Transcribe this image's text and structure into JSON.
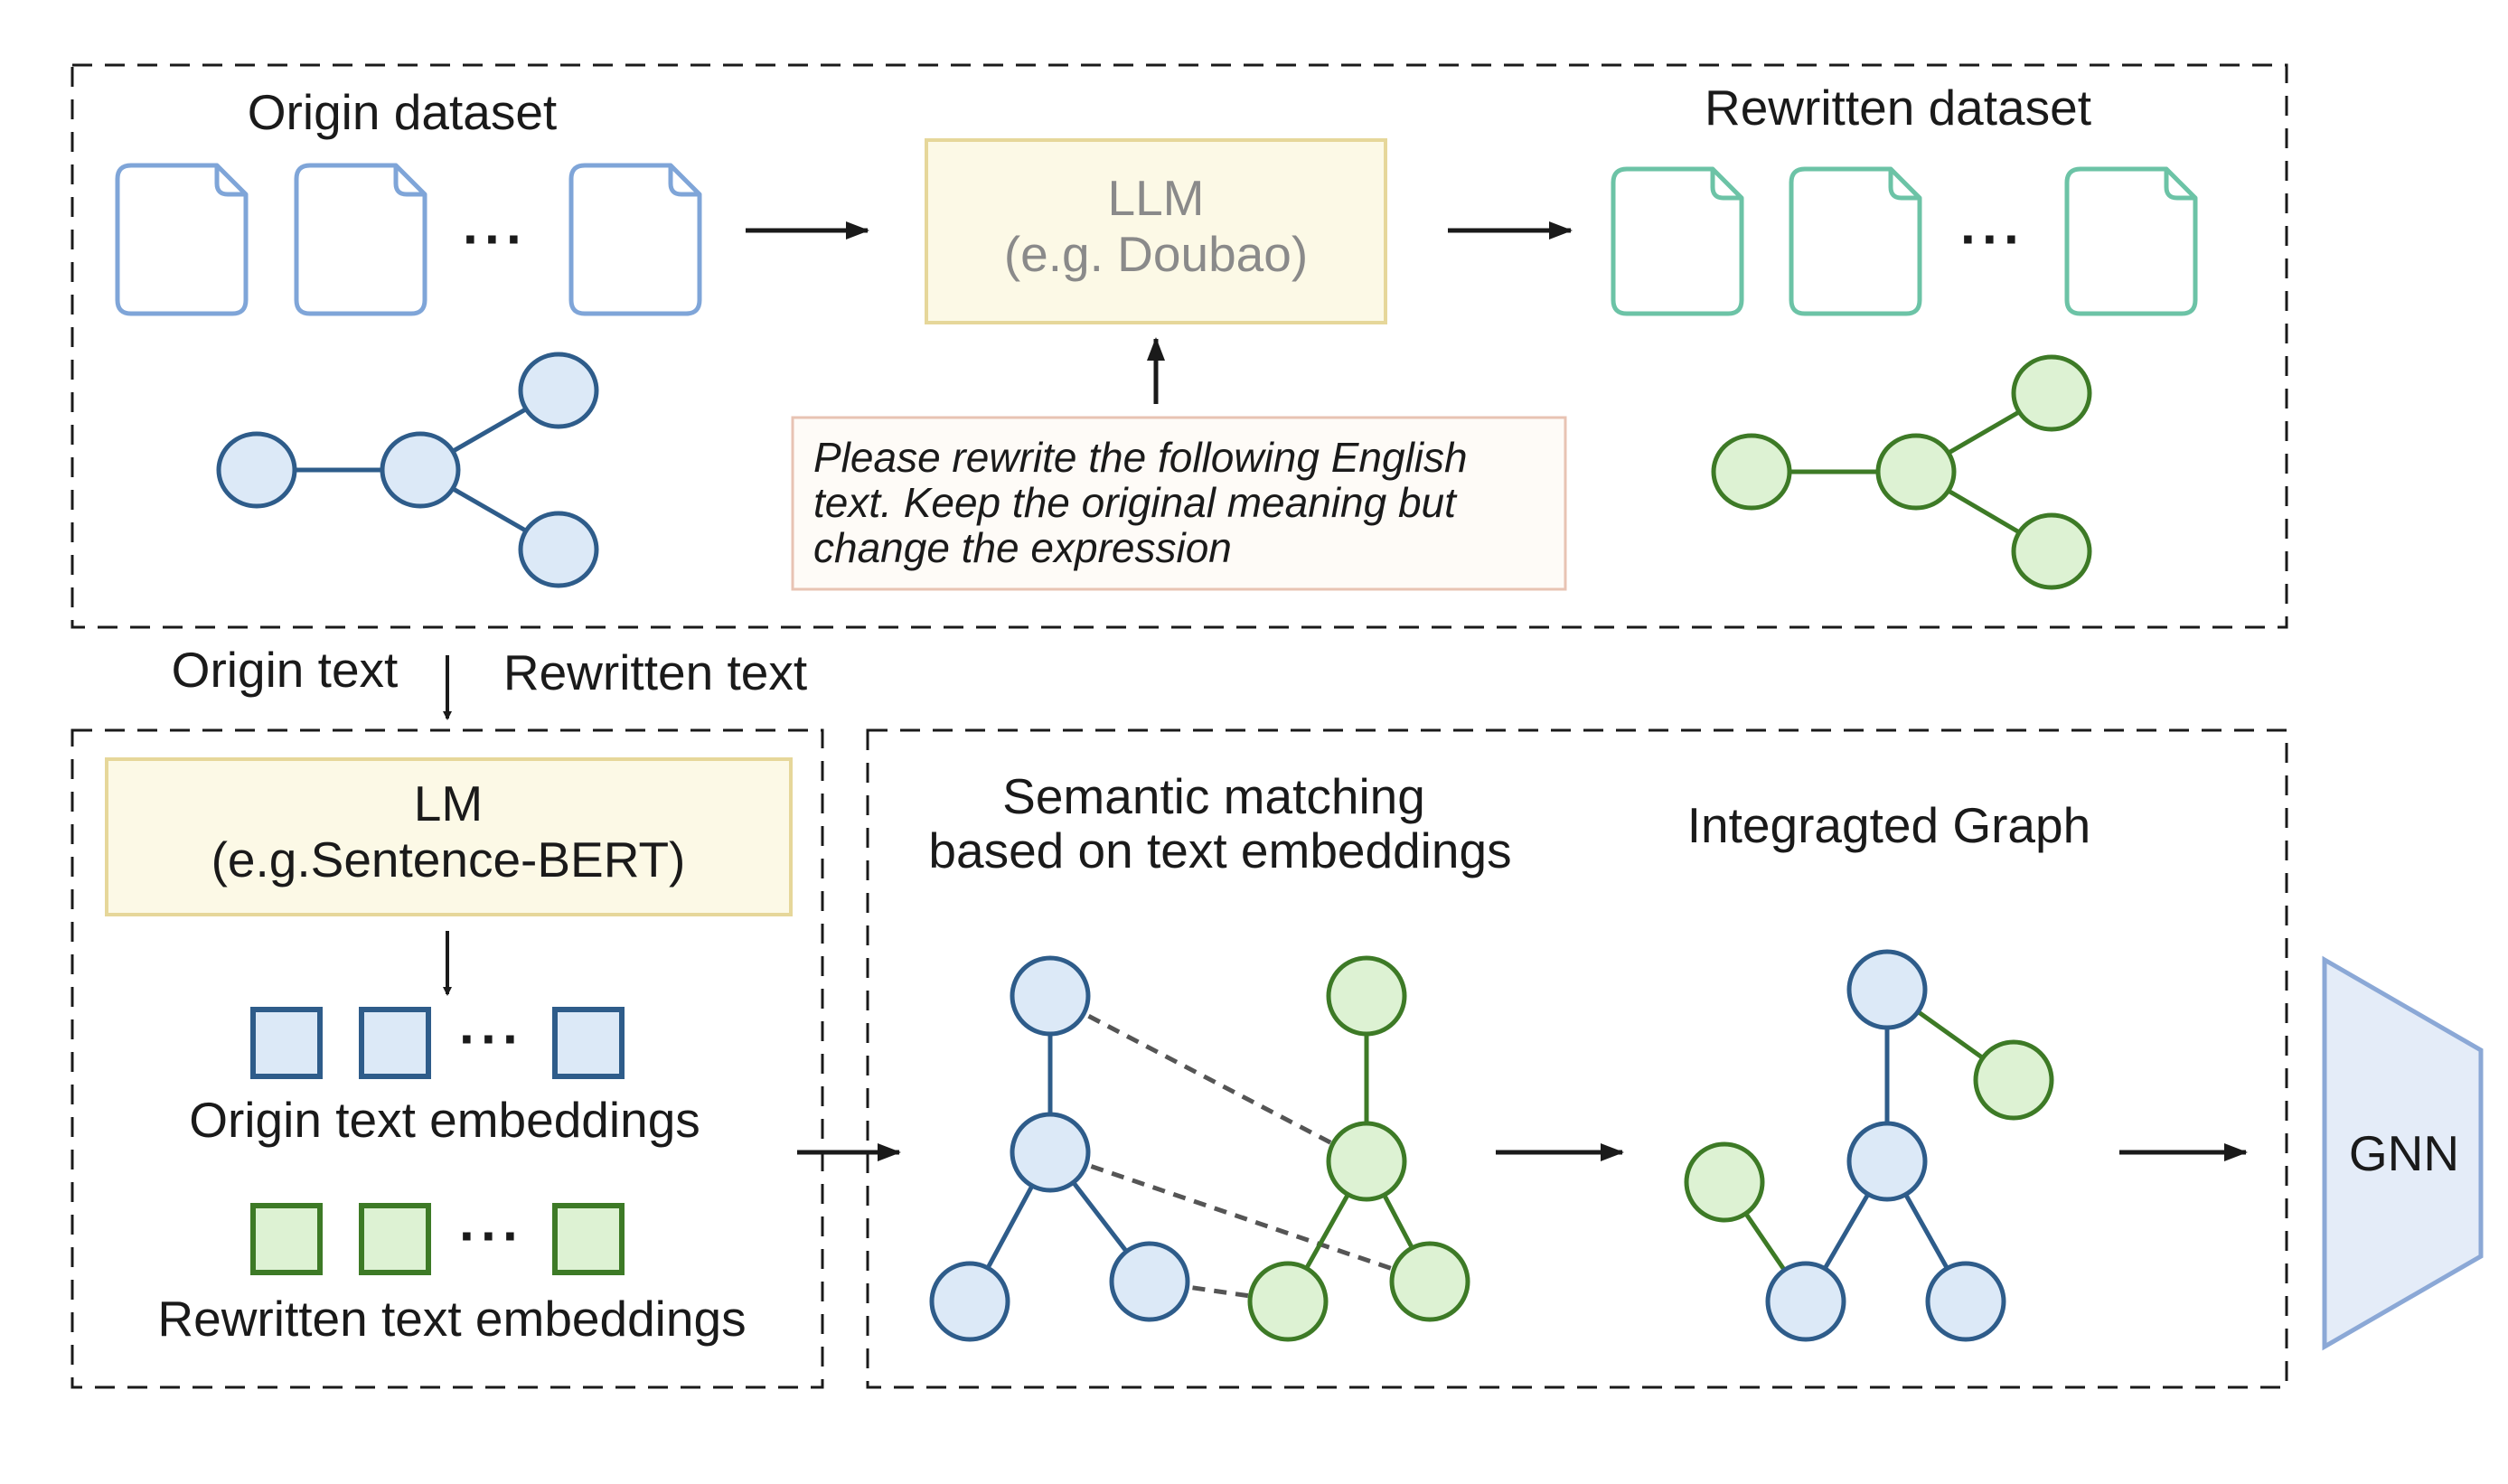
{
  "top": {
    "origin_dataset_label": "Origin dataset",
    "rewritten_dataset_label": "Rewritten dataset",
    "llm_line1": "LLM",
    "llm_line2": "(e.g. Doubao)",
    "prompt_line1": "Please rewrite the following English",
    "prompt_line2": "text. Keep the original meaning but",
    "prompt_line3": "change the expression",
    "ellipsis": "···"
  },
  "middle": {
    "origin_text_label": "Origin text",
    "rewritten_text_label": "Rewritten text"
  },
  "left_panel": {
    "lm_line1": "LM",
    "lm_line2": "(e.g.Sentence-BERT)",
    "origin_embeddings_label": "Origin text embeddings",
    "rewritten_embeddings_label": "Rewritten text embeddings",
    "ellipsis": "···"
  },
  "right_panel": {
    "semantic_line1": "Semantic matching",
    "semantic_line2": "based on text embeddings",
    "integrated_label": "Integragted Graph"
  },
  "gnn_label": "GNN",
  "colors": {
    "blue_stroke": "#2e5c8a",
    "blue_fill": "#dce9f7",
    "green_stroke": "#3d7a26",
    "green_fill": "#ddf2d3",
    "doc_blue": "#7fa5d8",
    "doc_green": "#6cc3a6",
    "llm_fill": "#fcf9e6",
    "llm_stroke": "#e6d79a",
    "prompt_fill": "#fefbf7",
    "prompt_stroke": "#e8c3b3",
    "gnn_fill": "#e4ecf8",
    "gnn_stroke": "#8ba8d6"
  }
}
